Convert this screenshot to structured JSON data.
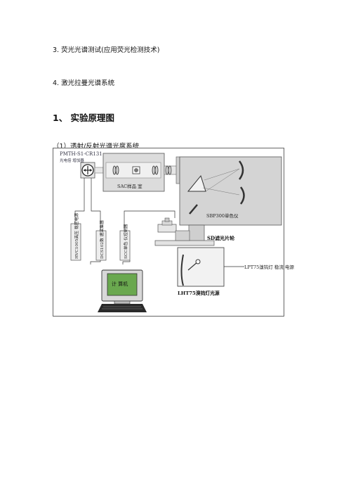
{
  "doc": {
    "item3": "3. 荧光光谱测试(应用荧光检测技术)",
    "item4": "4. 激光拉曼光谱系统",
    "section_title": "1、 实验原理图",
    "subsection": "（1）透射/反射光谱光度系统"
  },
  "figure": {
    "pmt_model": "PMTH-S1-CR131",
    "pmt_desc": "光电倍 增加器",
    "sample_room": "SAC样品 室",
    "mono": "SBP300单色仪",
    "hv_power": "HVC1005高压 稳压电源",
    "dcs_box": "DCS102数 据采集器",
    "scc_box": "SCC单色 仪控制器",
    "computer": "计 算机",
    "filter_wheel": "SD滤光片轮",
    "lamp_house": "LHT75溴钨灯光源",
    "lamp_supply": "LPT75溴钨灯 稳流 电源"
  }
}
